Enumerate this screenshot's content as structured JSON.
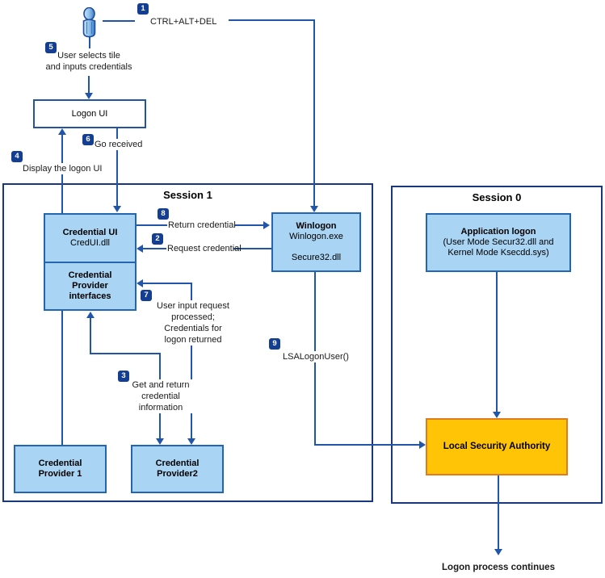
{
  "sessions": {
    "session1": "Session 1",
    "session0": "Session 0"
  },
  "badges": {
    "b1": "1",
    "b2": "2",
    "b3": "3",
    "b4": "4",
    "b5": "5",
    "b6": "6",
    "b7": "7",
    "b8": "8",
    "b9": "9"
  },
  "labels": {
    "ctrl_alt_del": "CTRL+ALT+DEL",
    "user_selects": "User selects tile\nand inputs credentials",
    "display_logon_ui": "Display the logon UI",
    "go_received": "Go received",
    "return_credential": "Return credential",
    "request_credential": "Request credential",
    "user_input_request": "User input request\nprocessed;\nCredentials for\nlogon returned",
    "get_and_return": "Get and return\ncredential\ninformation",
    "lsa_logon_user": "LSALogonUser()",
    "logon_continues": "Logon process continues"
  },
  "boxes": {
    "logon_ui": {
      "title": "Logon UI"
    },
    "credential_ui": {
      "title": "Credential UI",
      "subtitle": "CredUI.dll"
    },
    "credential_provider_interfaces": {
      "title": "Credential\nProvider\ninterfaces"
    },
    "winlogon": {
      "title": "Winlogon",
      "body": "Winlogon.exe\n\nSecure32.dll"
    },
    "application_logon": {
      "title": "Application logon",
      "body": "(User Mode Secur32.dll and\nKernel Mode Ksecdd.sys)"
    },
    "credential_provider_1": {
      "title": "Credential\nProvider 1"
    },
    "credential_provider_2": {
      "title": "Credential\nProvider2"
    },
    "local_security_authority": {
      "title": "Local Security Authority"
    }
  },
  "icons": {
    "user_icon": "user-person-figure"
  },
  "colors": {
    "line_blue": "#2055a8",
    "badge_navy": "#143e91",
    "box_fill": "#a9d4f3",
    "box_border": "#2465b0",
    "session_border": "#19377f",
    "lsa_fill": "#ffc405",
    "lsa_border": "#df7d1e"
  }
}
